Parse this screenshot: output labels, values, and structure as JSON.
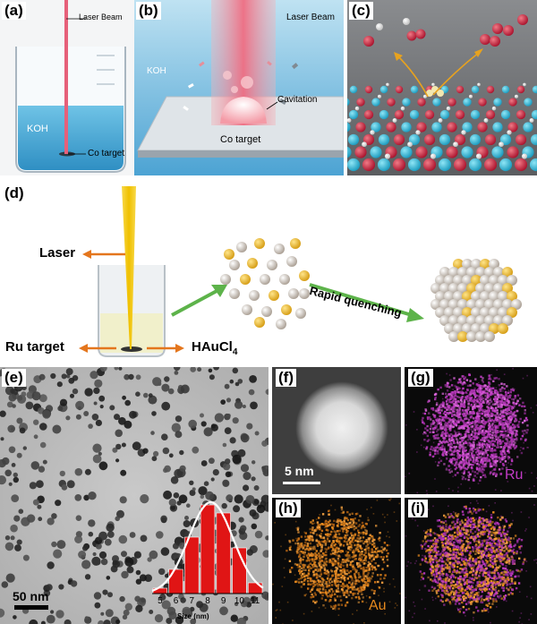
{
  "panels": {
    "a": {
      "label": "(a)",
      "laser_beam": "Laser Beam",
      "solution": "KOH",
      "target": "Co target"
    },
    "b": {
      "label": "(b)",
      "laser_beam": "Laser Beam",
      "solution": "KOH",
      "cavitation": "Cavitation",
      "target": "Co target"
    },
    "c": {
      "label": "(c)"
    },
    "d": {
      "label": "(d)",
      "laser": "Laser",
      "ru_target": "Ru target",
      "precursor": "HAuCl",
      "precursor_sub": "4",
      "process": "Rapid quenching"
    },
    "e": {
      "label": "(e)",
      "scale_bar": "50 nm",
      "histogram_xlabel": "Size (nm)"
    },
    "f": {
      "label": "(f)",
      "scale_bar": "5 nm"
    },
    "g": {
      "label": "(g)",
      "element": "Ru"
    },
    "h": {
      "label": "(h)",
      "element": "Au"
    },
    "i": {
      "label": "(i)"
    }
  },
  "colors": {
    "ru_map": "#c23bc6",
    "au_map": "#e88a1e",
    "gold_atom": "#e3ad1d",
    "silver_atom": "#c8c0b6",
    "arrow_green": "#5db34a",
    "arrow_orange": "#e4761d",
    "laser_yellow": "#f4c400",
    "histogram_bar": "#e01515"
  },
  "chart_data": {
    "type": "bar",
    "categories": [
      "5",
      "6",
      "7",
      "8",
      "9",
      "10",
      "11"
    ],
    "x_ticks": [
      "5",
      "6",
      "7",
      "8",
      "9",
      "10",
      "11"
    ],
    "values": [
      2,
      9,
      21,
      33,
      30,
      17,
      4
    ],
    "fit": "gaussian",
    "xlabel": "Size (nm)"
  }
}
